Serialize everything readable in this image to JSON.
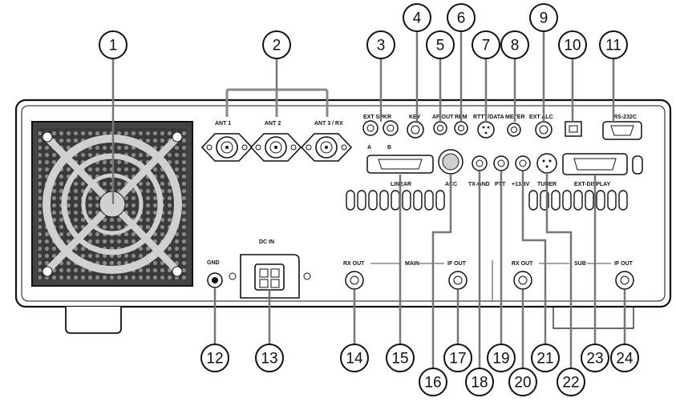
{
  "callouts": [
    "1",
    "2",
    "3",
    "4",
    "5",
    "6",
    "7",
    "8",
    "9",
    "10",
    "11",
    "12",
    "13",
    "14",
    "15",
    "16",
    "17",
    "18",
    "19",
    "20",
    "21",
    "22",
    "23",
    "24"
  ],
  "labels": {
    "ant1": "ANT 1",
    "ant2": "ANT 2",
    "ant3": "ANT 3 / RX",
    "ext_spkr": "EXT SPKR",
    "spkr_a": "A",
    "spkr_b": "B",
    "key": "KEY",
    "af_out": "AF-OUT",
    "rem": "REM",
    "rtty_data": "RTTY/DATA",
    "meter": "METER",
    "ext_alc": "EXT ALC",
    "rs232c": "RS-232C",
    "linear": "LINEAR",
    "acc": "ACC",
    "tx_gnd": "TX-GND",
    "ptt": "PTT",
    "plus138v": "+13.8V",
    "tuner": "TUNER",
    "ext_display": "EXT-DISPLAY",
    "gnd": "GND",
    "dc_in": "DC IN",
    "rx_out_main": "RX OUT",
    "main": "MAIN",
    "if_out_main": "IF OUT",
    "rx_out_sub": "RX OUT",
    "sub": "SUB",
    "if_out_sub": "IF OUT"
  },
  "colors": {
    "ink": "#111111",
    "panel": "#ffffff",
    "grille": "#2a2a2a"
  }
}
